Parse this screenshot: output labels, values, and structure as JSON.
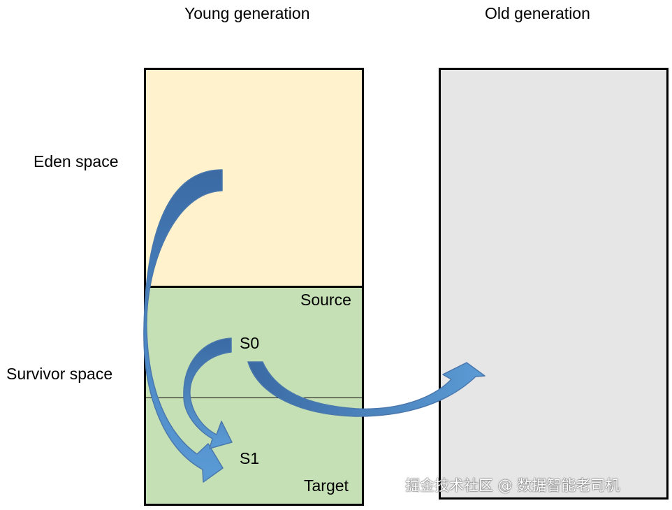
{
  "young_title": "Young generation",
  "old_title": "Old generation",
  "eden_label": "Eden space",
  "survivor_label": "Survivor space",
  "source_label": "Source",
  "target_label": "Target",
  "s0_label": "S0",
  "s1_label": "S1",
  "watermark": "掘金技术社区 @ 数据智能老司机",
  "colors": {
    "eden_fill": "#fff2cc",
    "survivor_fill": "#c5e0b4",
    "old_fill": "#e7e6e6",
    "arrow_dark": "#3f6fa8",
    "arrow_light": "#5b9bd5"
  }
}
